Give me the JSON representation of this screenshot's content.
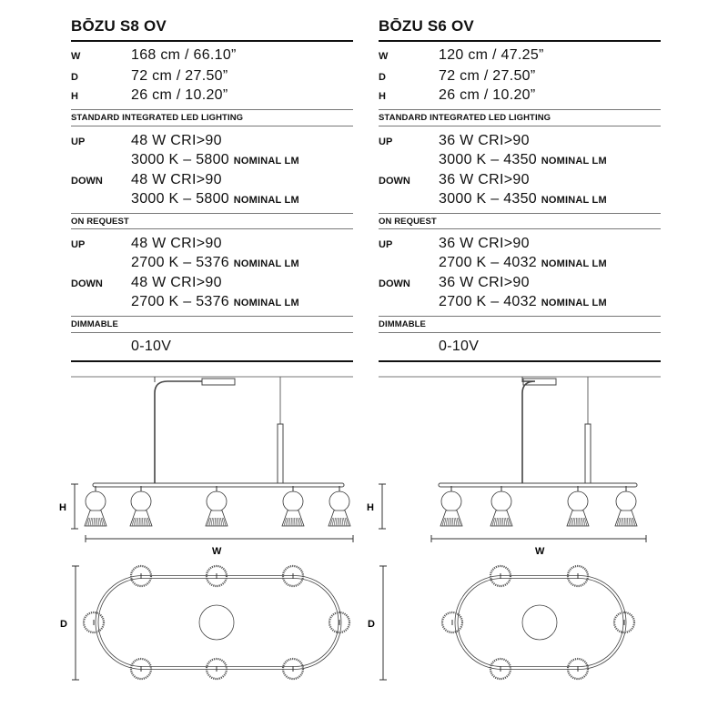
{
  "products": [
    {
      "title": "BŌZU S8 OV",
      "dimensions": [
        {
          "label": "W",
          "value": "168 cm / 66.10”"
        },
        {
          "label": "D",
          "value": "72 cm / 27.50”"
        },
        {
          "label": "H",
          "value": "26 cm / 10.20”"
        }
      ],
      "standard": {
        "heading": "STANDARD INTEGRATED LED LIGHTING",
        "up_label": "UP",
        "up_power": "48 W CRI>90",
        "up_output": "3000 K – 5800",
        "up_unit": "NOMINAL LM",
        "down_label": "DOWN",
        "down_power": "48 W CRI>90",
        "down_output": "3000 K – 5800",
        "down_unit": "NOMINAL LM"
      },
      "on_request": {
        "heading": "ON REQUEST",
        "up_label": "UP",
        "up_power": "48 W CRI>90",
        "up_output": "2700 K – 5376",
        "up_unit": "NOMINAL LM",
        "down_label": "DOWN",
        "down_power": "48 W CRI>90",
        "down_output": "2700 K – 5376",
        "down_unit": "NOMINAL LM"
      },
      "dimmable": {
        "heading": "DIMMABLE",
        "value": "0-10V"
      },
      "drawing": {
        "h_label": "H",
        "w_label": "W",
        "d_label": "D",
        "side_lamps": 5,
        "top_lamps": 8
      }
    },
    {
      "title": "BŌZU S6 OV",
      "dimensions": [
        {
          "label": "W",
          "value": "120 cm / 47.25”"
        },
        {
          "label": "D",
          "value": "72 cm / 27.50”"
        },
        {
          "label": "H",
          "value": "26 cm / 10.20”"
        }
      ],
      "standard": {
        "heading": "STANDARD INTEGRATED LED LIGHTING",
        "up_label": "UP",
        "up_power": "36 W CRI>90",
        "up_output": "3000 K – 4350",
        "up_unit": "NOMINAL LM",
        "down_label": "DOWN",
        "down_power": "36 W CRI>90",
        "down_output": "3000 K – 4350",
        "down_unit": "NOMINAL LM"
      },
      "on_request": {
        "heading": "ON REQUEST",
        "up_label": "UP",
        "up_power": "36 W CRI>90",
        "up_output": "2700 K – 4032",
        "up_unit": "NOMINAL LM",
        "down_label": "DOWN",
        "down_power": "36 W CRI>90",
        "down_output": "2700 K – 4032",
        "down_unit": "NOMINAL LM"
      },
      "dimmable": {
        "heading": "DIMMABLE",
        "value": "0-10V"
      },
      "drawing": {
        "h_label": "H",
        "w_label": "W",
        "d_label": "D",
        "side_lamps": 4,
        "top_lamps": 6
      }
    }
  ]
}
